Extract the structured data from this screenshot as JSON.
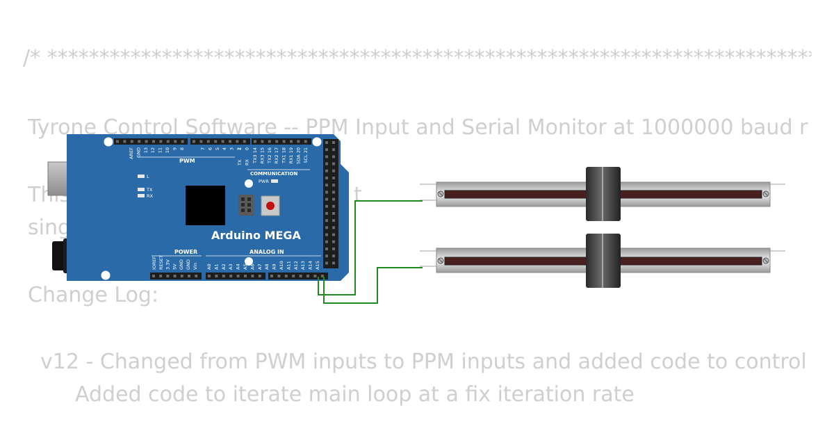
{
  "code_text": {
    "line1": "/* ****************************************************************************************",
    "line2": "Tyrone Control Software -- PPM Input and Serial Monitor at 1000000 baud r",
    "line3": "This                              rsion of t                                                    ontr",
    "line4": "sing",
    "line5": "Change Log:",
    "line6": "v12 - Changed from PWM inputs to PPM inputs and added code to control",
    "line7": "Added code to iterate main loop at a fix iteration rate"
  },
  "board": {
    "name": "Arduino MEGA",
    "color": "#2a6aa8",
    "labels": {
      "pwm": "PWM",
      "communication": "COMMUNICATION",
      "power": "POWER",
      "analog_in": "ANALOG IN",
      "led_l": "L",
      "led_tx": "TX",
      "led_rx": "RX",
      "pwr": "PWR"
    },
    "top_pins_left": [
      "AREF",
      "GND",
      "13",
      "12",
      "11",
      "10",
      "9",
      "8"
    ],
    "top_pins_mid": [
      "7",
      "6",
      "5",
      "4",
      "3",
      "2"
    ],
    "top_pins_comm_a": [
      "TX",
      "RX"
    ],
    "top_pins_comm_b": [
      "1",
      "0"
    ],
    "top_pins_right": [
      "TX3 14",
      "RX3 15",
      "TX2 16",
      "RX2 17",
      "TX1 18",
      "RX1 19",
      "SDA 20",
      "SCL 21"
    ],
    "power_pins": [
      "IOREF",
      "RESET",
      "3.3V",
      "5V",
      "GND",
      "GND",
      "Vin"
    ],
    "analog_pins": [
      "A0",
      "A1",
      "A2",
      "A3",
      "A4",
      "A5",
      "A6",
      "A7",
      "A8",
      "A9",
      "A10",
      "A11",
      "A12",
      "A13",
      "A14",
      "A15"
    ]
  },
  "components": {
    "slider_count": 2,
    "wire_color": "#1e8a1e"
  }
}
